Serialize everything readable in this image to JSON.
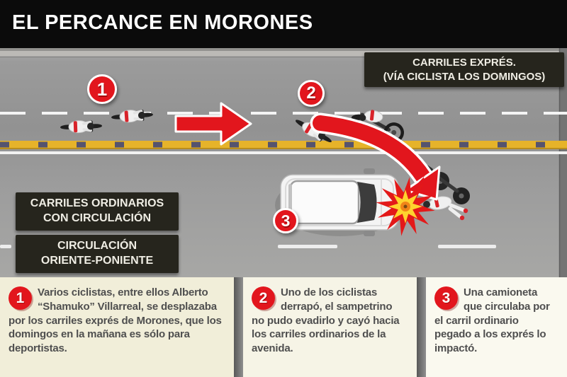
{
  "header": {
    "title": "EL PERCANCE EN MORONES"
  },
  "scene": {
    "labels": {
      "express_line1": "CARRILES EXPRÉS.",
      "express_line2": "(VÍA CICLISTA LOS DOMINGOS)",
      "ordinary_line1": "CARRILES ORDINARIOS",
      "ordinary_line2": "CON CIRCULACIÓN",
      "direction_line1": "CIRCULACIÓN",
      "direction_line2": "ORIENTE-PONIENTE"
    },
    "step_markers": [
      {
        "number": "1"
      },
      {
        "number": "2"
      },
      {
        "number": "3"
      }
    ],
    "icons": {
      "direction_arrow": "red-right-arrow",
      "crash_path_arrow": "red-curved-arrow",
      "impact": "crash-starburst",
      "vehicle": "white-van-top-view",
      "riders": "cyclists-top-view"
    }
  },
  "panels": [
    {
      "number": "1",
      "text": "Varios ciclistas, entre ellos Alberto “Shamuko” Villarreal, se desplazaba por los carriles exprés de Morones, que los domingos en la mañana es sólo para deportistas."
    },
    {
      "number": "2",
      "text": "Uno de los ciclistas derrapó, el sampetrino no pudo evadirlo y cayó hacia los carriles ordinarios de la avenida."
    },
    {
      "number": "3",
      "text": "Una camioneta que circulaba por el carril ordinario pegado a los exprés lo impactó."
    }
  ],
  "colors": {
    "accent_red": "#e2161d",
    "lane_yellow": "#e6b32a",
    "label_dark": "#26251d",
    "panel_cream": "#f1eed9",
    "road_gray": "#9a9a9a"
  }
}
